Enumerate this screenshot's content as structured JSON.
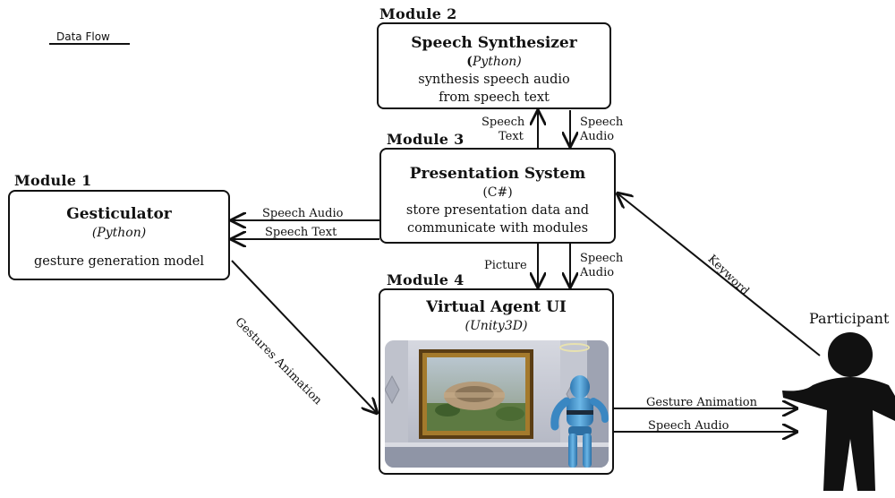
{
  "legend": {
    "label": "Data Flow"
  },
  "modules": {
    "m2": {
      "label": "Module 2",
      "title": "Speech Synthesizer",
      "lang": "Python",
      "desc_line1": "synthesis speech audio",
      "desc_line2": "from speech text"
    },
    "m3": {
      "label": "Module 3",
      "title": "Presentation System",
      "lang": "(C#)",
      "desc_line1": "store presentation data and",
      "desc_line2": "communicate with modules"
    },
    "m1": {
      "label": "Module 1",
      "title": "Gesticulator",
      "lang": "(Python)",
      "desc_line1": "gesture generation model"
    },
    "m4": {
      "label": "Module 4",
      "title": "Virtual Agent UI",
      "lang": "(Unity3D)"
    }
  },
  "edges": {
    "speech_text_up_l1": "Speech",
    "speech_text_up_l2": "Text",
    "speech_audio_down_l1": "Speech",
    "speech_audio_down_l2": "Audio",
    "to_gest_audio": "Speech Audio",
    "to_gest_text": "Speech Text",
    "picture": "Picture",
    "m3_m4_audio_l1": "Speech",
    "m3_m4_audio_l2": "Audio",
    "gestures_animation": "Gestures Animation",
    "keyword": "Keyword",
    "out_gesture": "Gesture Animation",
    "out_audio": "Speech Audio"
  },
  "participant": {
    "label": "Participant"
  },
  "colors": {
    "ink": "#111111",
    "wall": "#c9ccd6",
    "agent": "#3f8fc7"
  }
}
